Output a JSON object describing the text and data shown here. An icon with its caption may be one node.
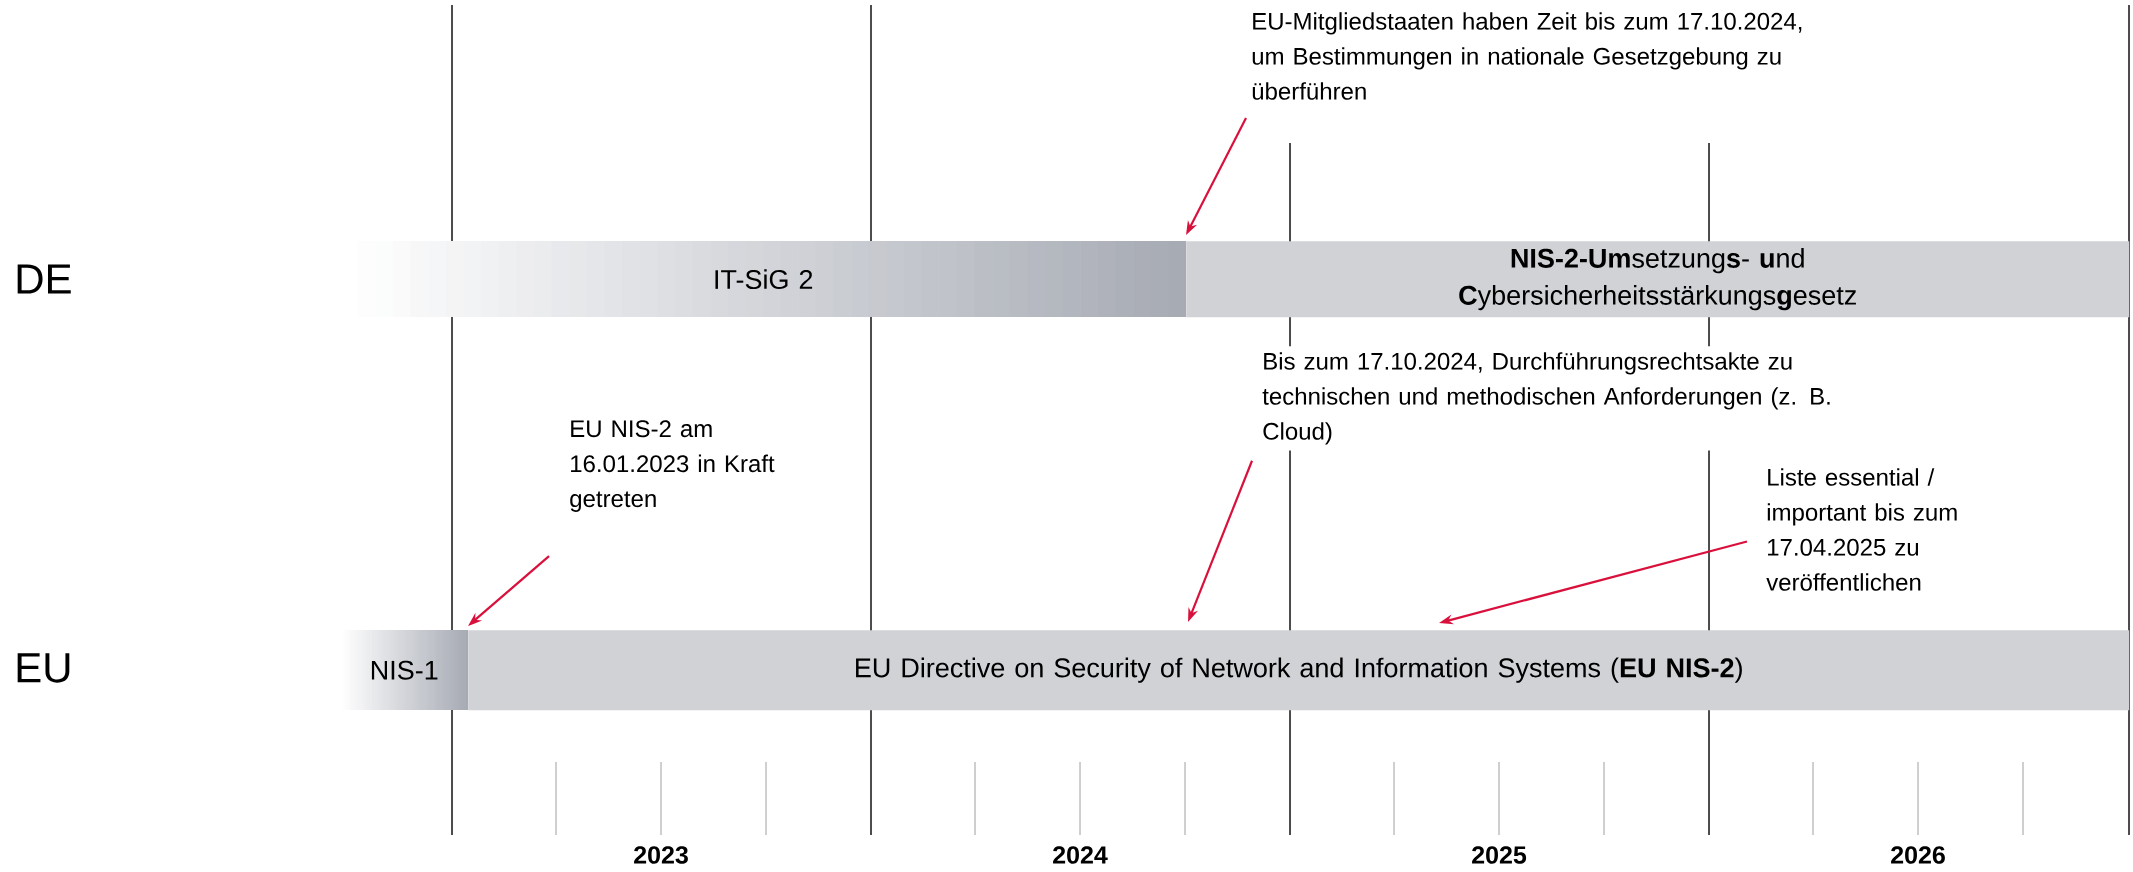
{
  "diagram": {
    "nodes": [
      {
        "text": [
          "IT-SiG 2"
        ]
      },
      {
        "text": [
          "**NIS-2-Um**setzung**s**- **u**nd **C**ybersicherheitsstärkungs**g**esetz"
        ]
      },
      {
        "text": [
          "NIS-1"
        ]
      },
      {
        "text": [
          "EU Directive on Security of Network and Information Systems (**EU NIS-2**)"
        ]
      },
      {
        "text": [
          "EU-Mitgliedstaaten haben Zeit bis zum 17.10.2024, um Bestimmungen in nationale Gesetzgebung zu überführen"
        ]
      },
      {
        "text": [
          "Bis zum 17.10.2024, Durchführungsrechtsakte zu technischen und methodischen Anforderungen (z. B. Cloud)"
        ]
      },
      {
        "text": [
          "EU NIS-2 am 16.01.2023 in Kraft getreten"
        ]
      },
      {
        "text": [
          "Liste essential / important bis zum 17.04.2025 zu veröffentlichen"
        ]
      }
    ],
    "edges": [
      {
        "from": 4,
        "to": 1,
        "arrow": "to"
      },
      {
        "from": 5,
        "to": 3,
        "arrow": "to"
      },
      {
        "from": 6,
        "to": 3,
        "arrow": "to"
      },
      {
        "from": 7,
        "to": 3,
        "arrow": "to"
      }
    ],
    "labels": [
      "DE",
      "EU",
      "2023",
      "2024",
      "2025",
      "2026"
    ]
  }
}
